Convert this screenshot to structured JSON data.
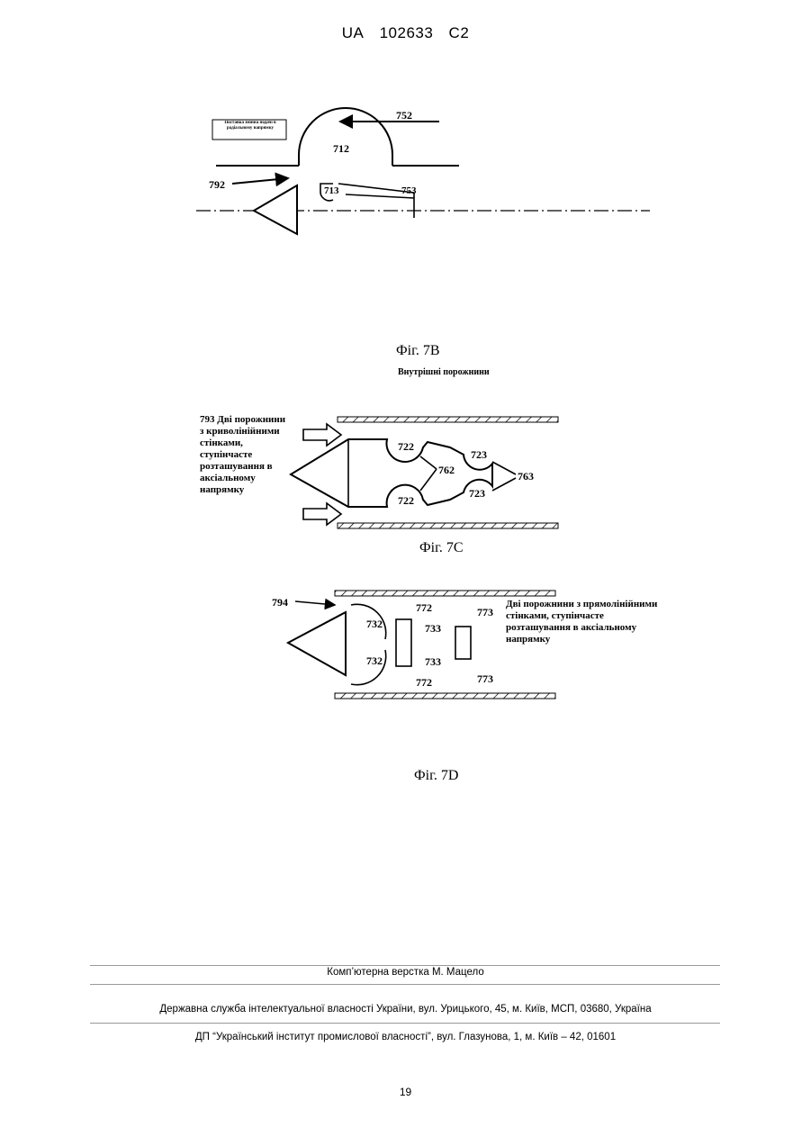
{
  "header": {
    "country": "UA",
    "number": "102633",
    "kind": "C2"
  },
  "fig7b": {
    "box_text": "Поставка змінна подачі в радіальному напрямку",
    "labels": {
      "l752": "752",
      "l712": "712",
      "l792": "792",
      "l713": "713",
      "l753": "753"
    },
    "caption": "Фіг. 7B",
    "subtitle": "Внутрішні порожнини"
  },
  "fig7c": {
    "description": [
      "793 Дві порожнини",
      "з криволінійними",
      "стінками,",
      "ступінчасте",
      "розташування в",
      "аксіальному",
      "напрямку"
    ],
    "labels": {
      "l722a": "722",
      "l722b": "722",
      "l723a": "723",
      "l723b": "723",
      "l762": "762",
      "l763": "763"
    },
    "caption": "Фіг. 7C"
  },
  "fig7d": {
    "description": [
      "Дві порожнини з прямолінійними",
      "стінками, ступінчасте",
      "розташування в аксіальному",
      "напрямку"
    ],
    "labels": {
      "l794": "794",
      "l772a": "772",
      "l772b": "772",
      "l773a": "773",
      "l773b": "773",
      "l732a": "732",
      "l732b": "732",
      "l733a": "733",
      "l733b": "733"
    },
    "caption": "Фіг. 7D"
  },
  "footer": {
    "layout": "Комп’ютерна верстка М. Мацело",
    "office": "Державна служба інтелектуальної власності України, вул. Урицького, 45, м. Київ, МСП, 03680, Україна",
    "institute": "ДП “Український інститут промислової власності”, вул. Глазунова, 1, м. Київ – 42, 01601",
    "page": "19"
  }
}
